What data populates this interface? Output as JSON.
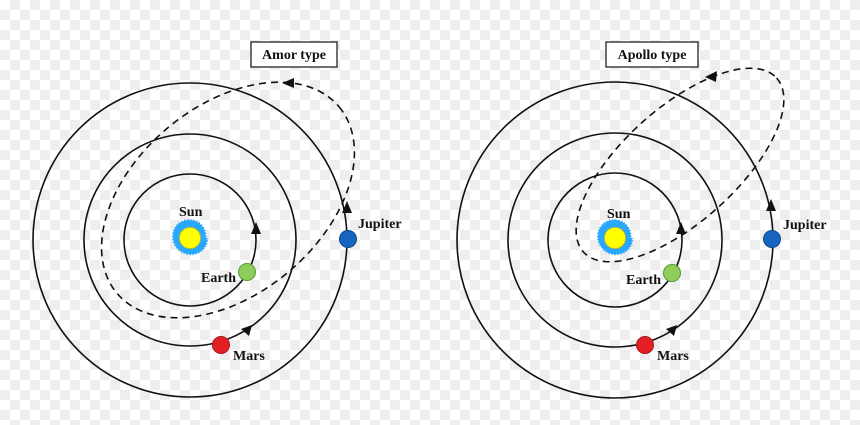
{
  "panels": {
    "left": {
      "title": "Amor type"
    },
    "right": {
      "title": "Apollo type"
    }
  },
  "labels": {
    "sun": "Sun",
    "earth": "Earth",
    "mars": "Mars",
    "jupiter": "Jupiter"
  },
  "colors": {
    "sun_fill": "#ffff00",
    "sun_rays": "#2aa7ff",
    "earth": "#8dce5a",
    "mars": "#e31e24",
    "jupiter": "#1565c0",
    "line": "#111111"
  }
}
